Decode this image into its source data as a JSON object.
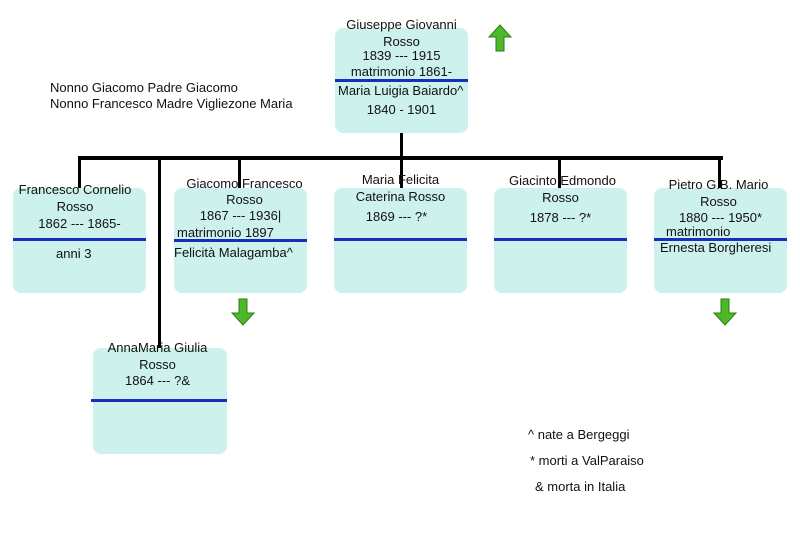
{
  "root": {
    "name1": "Giuseppe Giovanni",
    "name2": "Rosso",
    "dates": "1839 --- 1915",
    "marriage": "matrimonio 1861-",
    "spouse": "Maria Luigia Baiardo^",
    "spouse_dates": "1840 - 1901"
  },
  "grandparents": {
    "line1": "Nonno Giacomo Padre Giacomo",
    "line2": "Nonno Francesco Madre Vigliezone Maria"
  },
  "children": [
    {
      "name1": "Francesco Cornelio",
      "name2": "Rosso",
      "dates": "1862 --- 1865-",
      "note": "anni 3"
    },
    {
      "name1": "Giacomo Francesco",
      "name2": "Rosso",
      "dates": "1867 --- 1936|",
      "marriage": "matrimonio 1897",
      "spouse": "Felicità Malagamba^"
    },
    {
      "name1": "Maria Felicita",
      "name2": "Caterina Rosso",
      "dates": "1869 --- ?*"
    },
    {
      "name1": "Giacinto Edmondo",
      "name2": "Rosso",
      "dates": "1878 --- ?*"
    },
    {
      "name1": "Pietro G.B. Mario",
      "name2": "Rosso",
      "dates": "1880 --- 1950*",
      "marriage": "matrimonio",
      "spouse": "Ernesta Borgheresi"
    },
    {
      "name1": "AnnaMaria Giulia",
      "name2": "Rosso",
      "dates": "1864 --- ?&"
    }
  ],
  "legend": {
    "born": "^ nate a Bergeggi",
    "died": "* morti a ValParaiso",
    "italy": "& morta in Italia"
  },
  "arrow_color": "#4cb82a",
  "box_color": "#cdf1ec",
  "divider_color": "#1a2fb8"
}
